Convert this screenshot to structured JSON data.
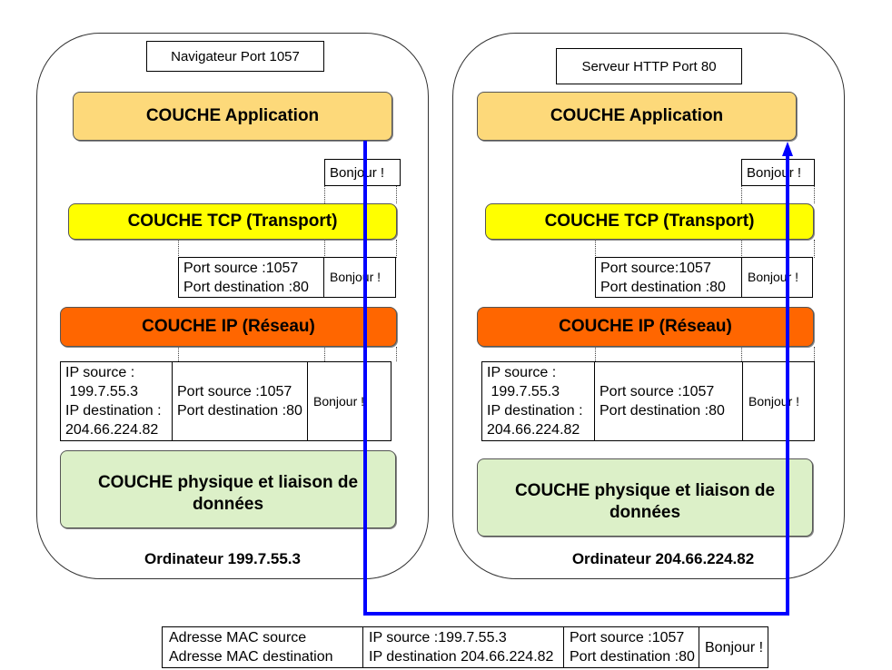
{
  "client": {
    "process_label": "Navigateur Port 1057",
    "layers": {
      "application": "COUCHE Application",
      "transport": "COUCHE TCP (Transport)",
      "network": "COUCHE IP (Réseau)",
      "physical_line1": "COUCHE physique et liaison de",
      "physical_line2": "données"
    },
    "app_payload": "Bonjour !",
    "tcp_segment": {
      "port_source": "Port source :1057",
      "port_destination": "Port destination :80",
      "payload": "Bonjour !"
    },
    "ip_packet": {
      "ip_source_label": "IP source :",
      "ip_source_value": " 199.7.55.3",
      "ip_destination_label": "IP destination :",
      "ip_destination_value": "204.66.224.82",
      "port_source": "Port source :1057",
      "port_destination": "Port destination :80",
      "payload": "Bonjour !"
    },
    "caption": "Ordinateur 199.7.55.3"
  },
  "server": {
    "process_label": "Serveur HTTP Port 80",
    "layers": {
      "application": "COUCHE Application",
      "transport": "COUCHE TCP (Transport)",
      "network": "COUCHE IP (Réseau)",
      "physical_line1": "COUCHE physique et liaison de",
      "physical_line2": "données"
    },
    "app_payload": "Bonjour !",
    "tcp_segment": {
      "port_source": "Port source:1057",
      "port_destination": "Port destination :80",
      "payload": "Bonjour !"
    },
    "ip_packet": {
      "ip_source_label": "IP source :",
      "ip_source_value": " 199.7.55.3",
      "ip_destination_label": "IP destination :",
      "ip_destination_value": "204.66.224.82",
      "port_source": "Port source :1057",
      "port_destination": "Port destination :80",
      "payload": "Bonjour !"
    },
    "caption": "Ordinateur 204.66.224.82"
  },
  "frame": {
    "mac_source": "Adresse MAC source",
    "mac_destination": "Adresse MAC destination",
    "ip_source": "IP source :199.7.55.3",
    "ip_destination": "IP destination 204.66.224.82",
    "port_source": "Port source :1057",
    "port_destination": "Port destination :80",
    "payload": "Bonjour !"
  },
  "colors": {
    "flow_arrow": "#0000ff",
    "application_layer": "#fdd97a",
    "transport_layer": "#ffff00",
    "network_layer": "#ff6600",
    "physical_layer": "#dcf0c8"
  }
}
